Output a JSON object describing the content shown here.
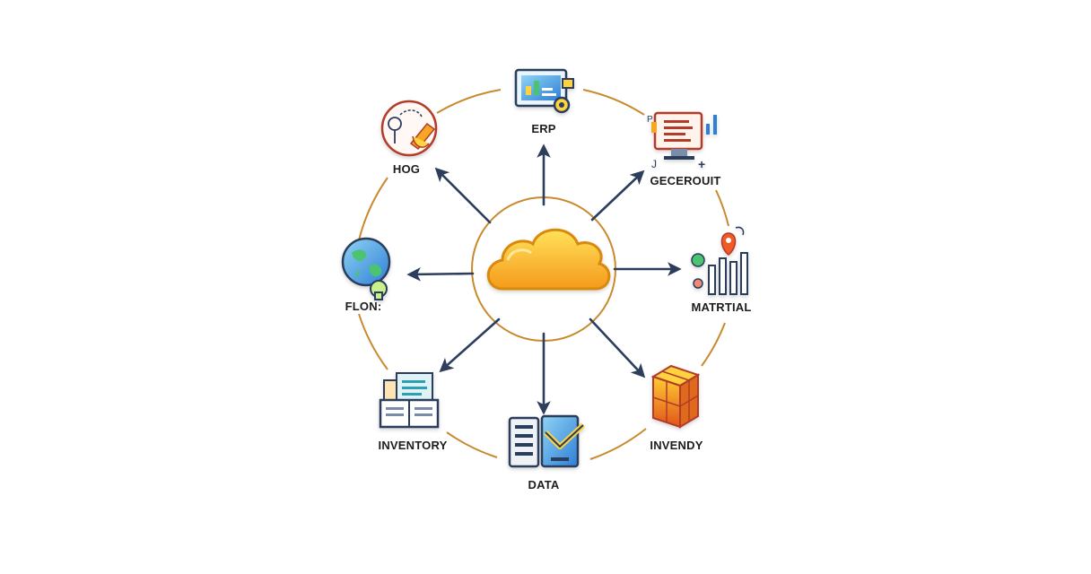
{
  "colors": {
    "orbit": "#c98a2e",
    "arrow": "#2c3e5c",
    "cloud_top": "#ffd94a",
    "cloud_bottom": "#f5a623",
    "cloud_outline": "#d98a10"
  },
  "hub": {
    "icon": "cloud-icon"
  },
  "nodes": [
    {
      "id": "erp",
      "label": "ERP",
      "icon": "erp-dashboard-icon"
    },
    {
      "id": "gecerouit",
      "label": "GECEROUIT",
      "icon": "monitor-report-icon"
    },
    {
      "id": "matrtial",
      "label": "MATRTIAL",
      "icon": "bar-chart-pin-icon"
    },
    {
      "id": "invendy",
      "label": "INVENDY",
      "icon": "stacked-boxes-icon"
    },
    {
      "id": "data",
      "label": "DATA",
      "icon": "server-icon"
    },
    {
      "id": "inventory",
      "label": "INVENTORY",
      "icon": "documents-icon"
    },
    {
      "id": "flon",
      "label": "FLON:",
      "icon": "globe-icon"
    },
    {
      "id": "hog",
      "label": "HOG",
      "icon": "flowchart-circle-icon"
    }
  ]
}
